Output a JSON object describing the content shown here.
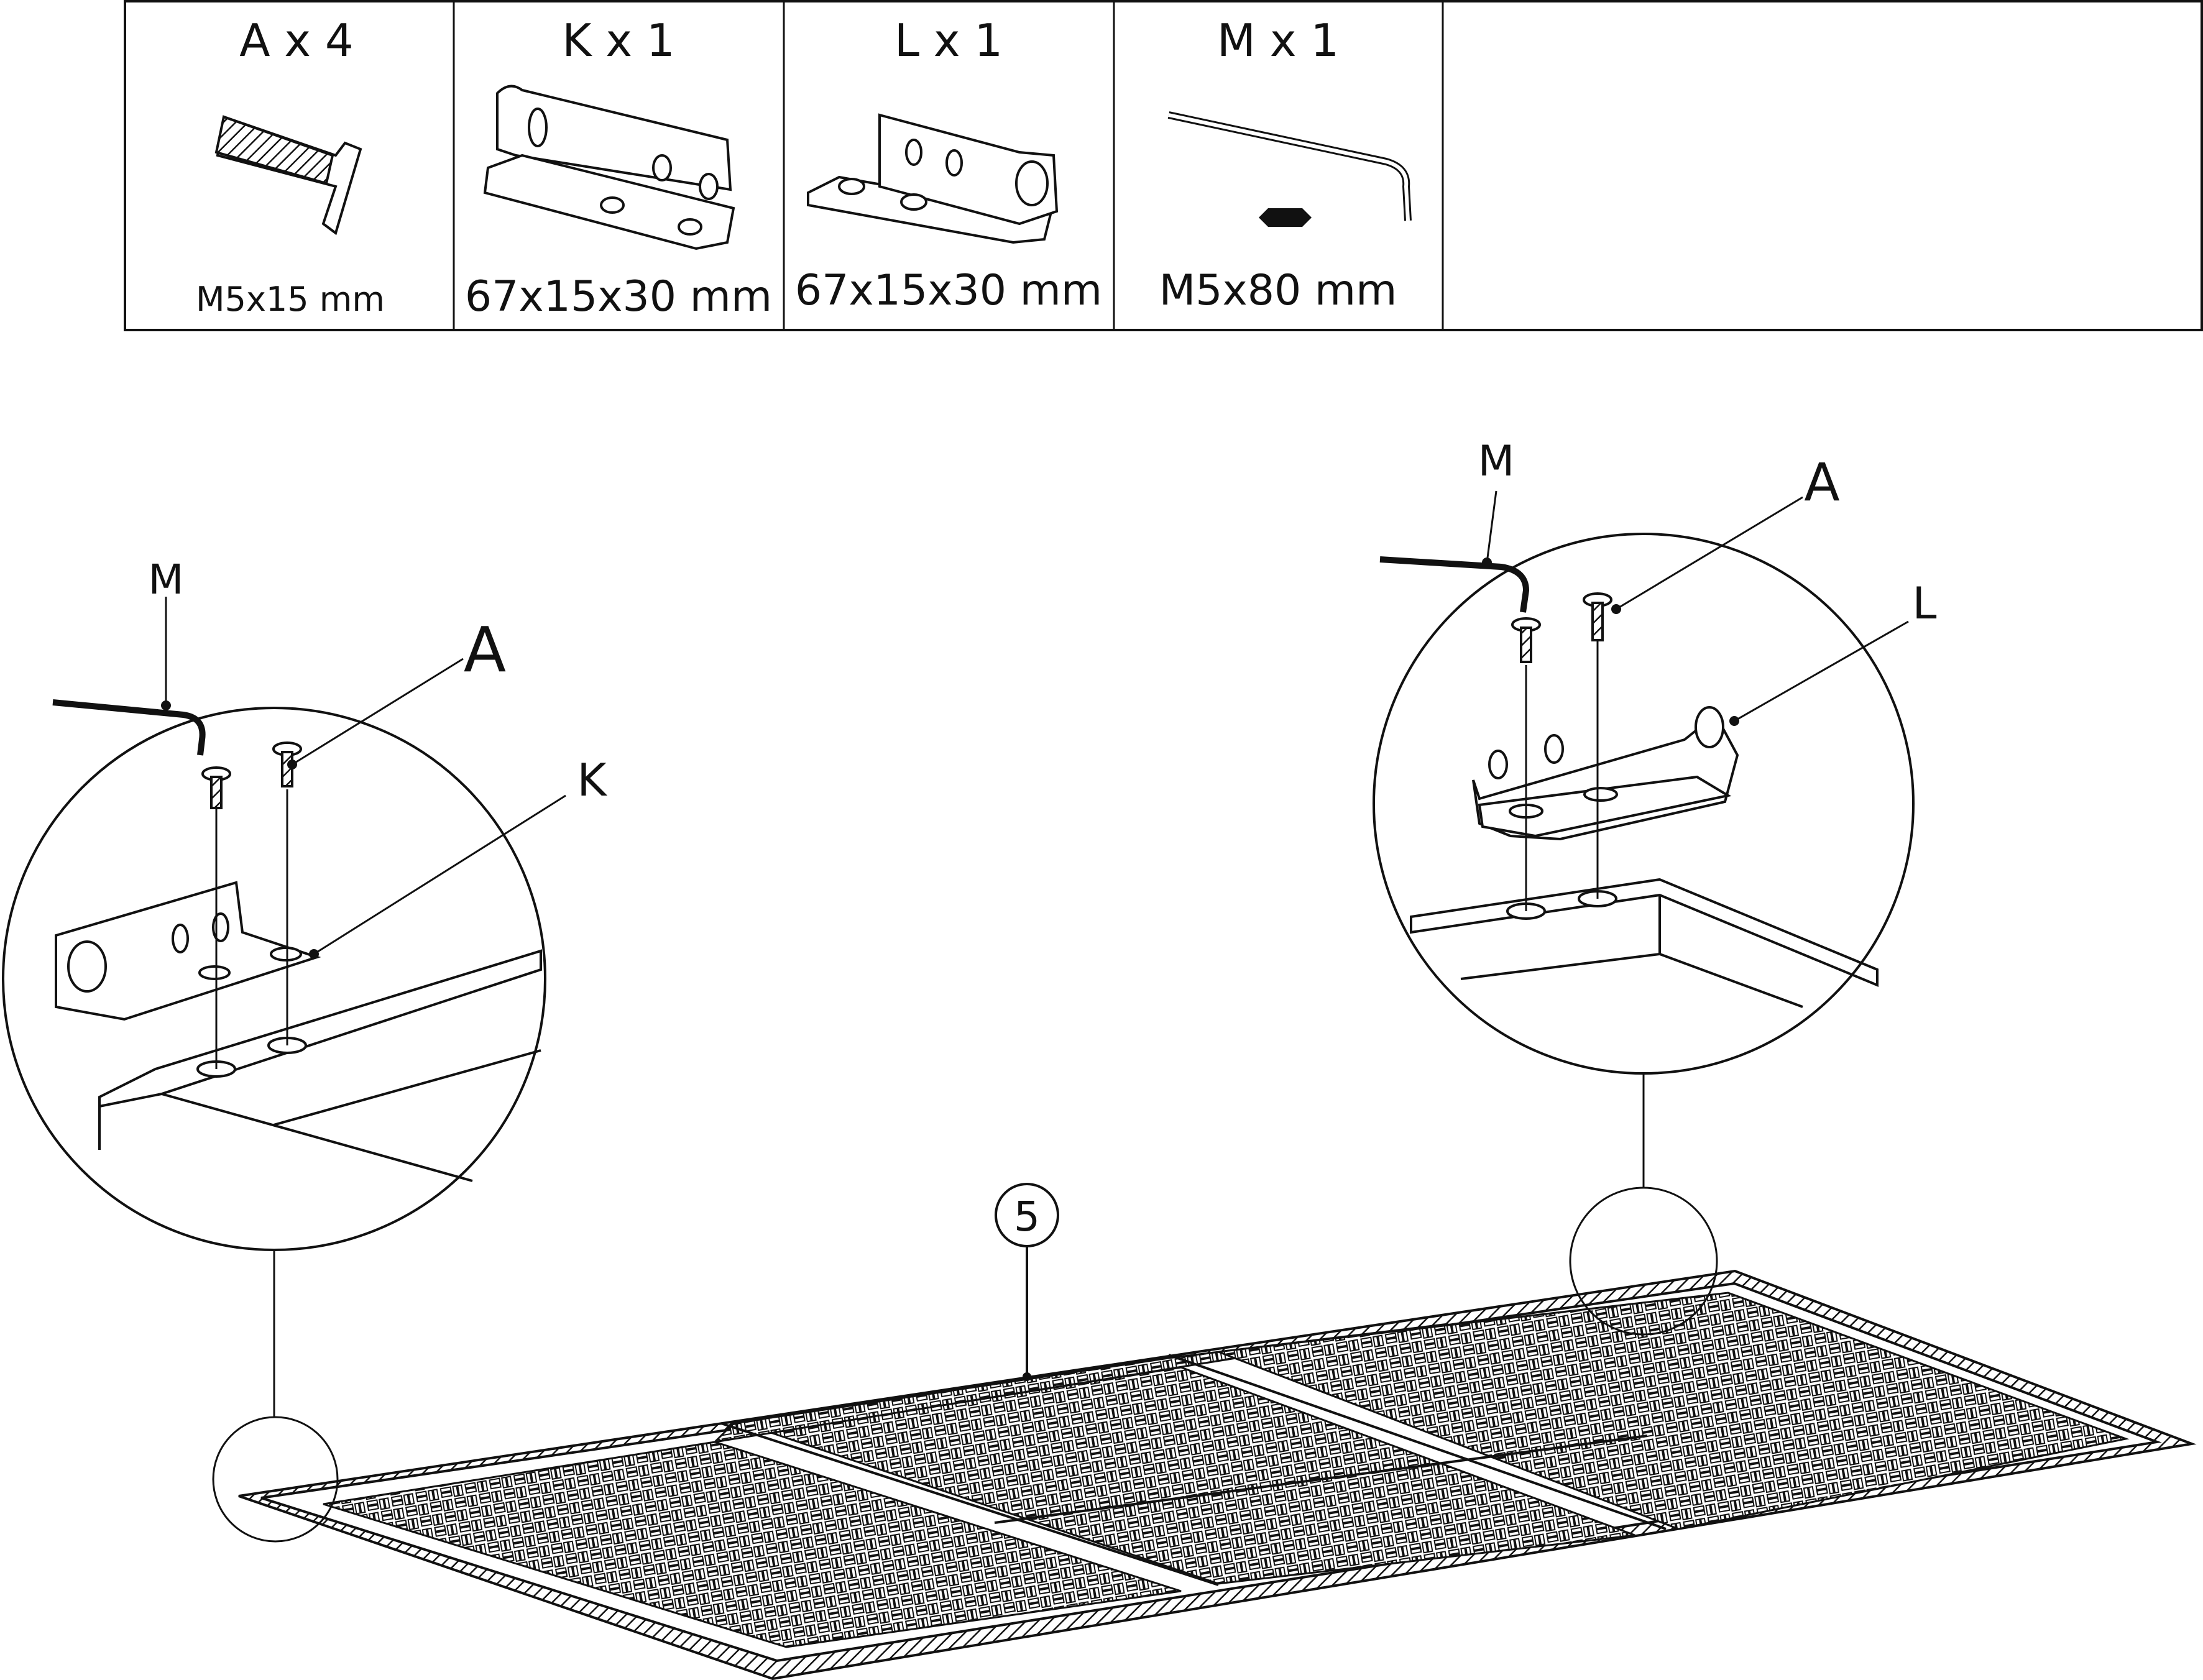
{
  "parts": [
    {
      "label": "A x 4",
      "size": "M5x15 mm",
      "icon": "screw-icon"
    },
    {
      "label": "K x 1",
      "size": "67x15x30 mm",
      "icon": "hinge-k-icon"
    },
    {
      "label": "L x 1",
      "size": "67x15x30 mm",
      "icon": "hinge-l-icon"
    },
    {
      "label": "M x 1",
      "size": "M5x80 mm",
      "icon": "hex-key-icon"
    }
  ],
  "callouts": {
    "left": {
      "tool": "M",
      "screw": "A",
      "hinge": "K"
    },
    "right": {
      "tool": "M",
      "screw": "A",
      "hinge": "L"
    },
    "step": "5"
  },
  "colors": {
    "ink": "#111111",
    "background": "#ffffff"
  }
}
